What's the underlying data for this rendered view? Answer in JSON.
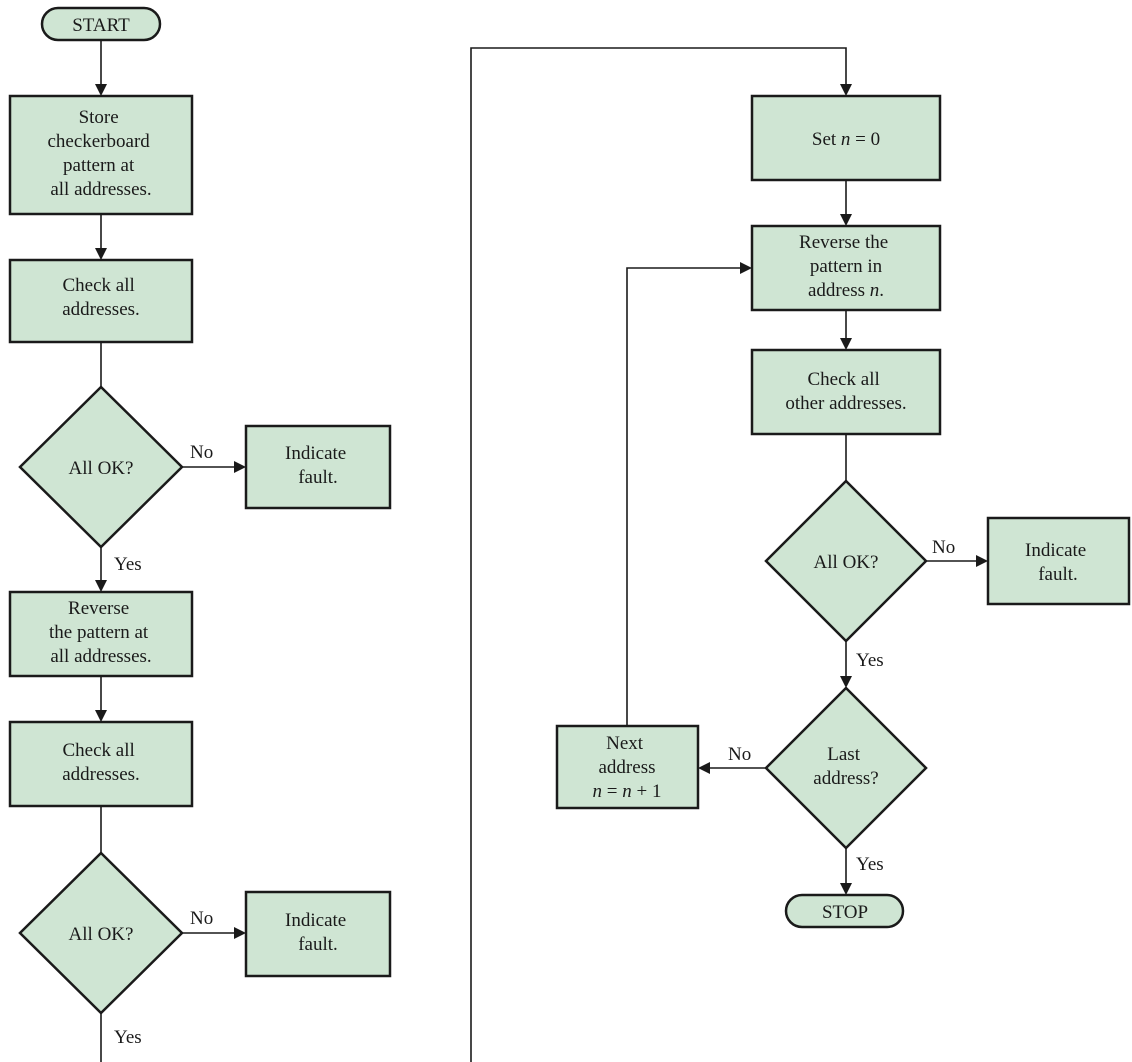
{
  "left": {
    "start": "START",
    "store": [
      "Store",
      "checkerboard",
      "pattern at",
      "all addresses."
    ],
    "check1": [
      "Check all",
      "addresses."
    ],
    "decision1": "All OK?",
    "no1": "No",
    "fault1": [
      "Indicate",
      "fault."
    ],
    "yes1": "Yes",
    "reverse": [
      "Reverse",
      "the pattern at",
      "all addresses."
    ],
    "check2": [
      "Check all",
      "addresses."
    ],
    "decision2": "All OK?",
    "no2": "No",
    "fault2": [
      "Indicate",
      "fault."
    ],
    "yes2": "Yes"
  },
  "right": {
    "set_prefix": "Set ",
    "set_var": "n",
    "set_suffix": " = 0",
    "rev_line1": "Reverse the",
    "rev_line2": "pattern in",
    "rev_line3_prefix": "address ",
    "rev_line3_var": "n",
    "rev_line3_suffix": ".",
    "checkother": [
      "Check all",
      "other addresses."
    ],
    "decision3": "All OK?",
    "no3": "No",
    "fault3": [
      "Indicate",
      "fault."
    ],
    "yes3": "Yes",
    "last": [
      "Last",
      "address?"
    ],
    "no4": "No",
    "next_line1": "Next",
    "next_line2": "address",
    "next_var1": "n",
    "next_mid": " = ",
    "next_var2": "n",
    "next_tail": " + 1",
    "yes4": "Yes",
    "stop": "STOP"
  }
}
